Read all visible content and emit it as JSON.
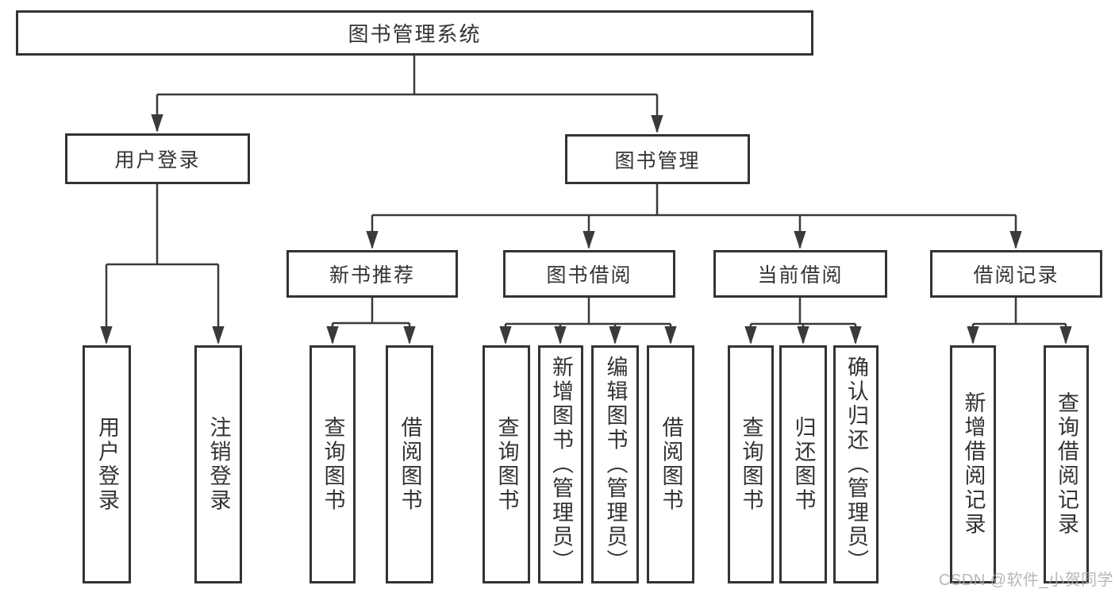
{
  "diagram_title": "图书管理系统",
  "nodes": [
    {
      "id": "root",
      "label": "图书管理系统",
      "parent": null
    },
    {
      "id": "user-login",
      "label": "用户登录",
      "parent": "root"
    },
    {
      "id": "book-management",
      "label": "图书管理",
      "parent": "root"
    },
    {
      "id": "new-book-recommend",
      "label": "新书推荐",
      "parent": "book-management"
    },
    {
      "id": "book-borrow",
      "label": "图书借阅",
      "parent": "book-management"
    },
    {
      "id": "current-borrow",
      "label": "当前借阅",
      "parent": "book-management"
    },
    {
      "id": "borrow-records",
      "label": "借阅记录",
      "parent": "book-management"
    },
    {
      "id": "leaf-user-login",
      "label": "用户登录",
      "parent": "user-login"
    },
    {
      "id": "leaf-logout",
      "label": "注销登录",
      "parent": "user-login"
    },
    {
      "id": "leaf-query-books-1",
      "label": "查询图书",
      "parent": "new-book-recommend"
    },
    {
      "id": "leaf-borrow-books-1",
      "label": "借阅图书",
      "parent": "new-book-recommend"
    },
    {
      "id": "leaf-query-books-2",
      "label": "查询图书",
      "parent": "book-borrow"
    },
    {
      "id": "leaf-add-books-admin",
      "label": "新增图书（管理员）",
      "parent": "book-borrow"
    },
    {
      "id": "leaf-edit-books-admin",
      "label": "编辑图书（管理员）",
      "parent": "book-borrow"
    },
    {
      "id": "leaf-borrow-books-2",
      "label": "借阅图书",
      "parent": "book-borrow"
    },
    {
      "id": "leaf-query-books-3",
      "label": "查询图书",
      "parent": "current-borrow"
    },
    {
      "id": "leaf-return-books",
      "label": "归还图书",
      "parent": "current-borrow"
    },
    {
      "id": "leaf-confirm-return",
      "label": "确认归还（管理员）",
      "parent": "current-borrow"
    },
    {
      "id": "leaf-add-borrow-record",
      "label": "新增借阅记录",
      "parent": "borrow-records"
    },
    {
      "id": "leaf-query-borrow-record",
      "label": "查询借阅记录",
      "parent": "borrow-records"
    }
  ],
  "watermark": {
    "text": "CSDN @软件_小贺同学"
  },
  "colors": {
    "box_border": "#333333",
    "text": "#333333",
    "connector_line": "#3a3a3a",
    "watermark": "#ababab",
    "background": "#ffffff"
  }
}
